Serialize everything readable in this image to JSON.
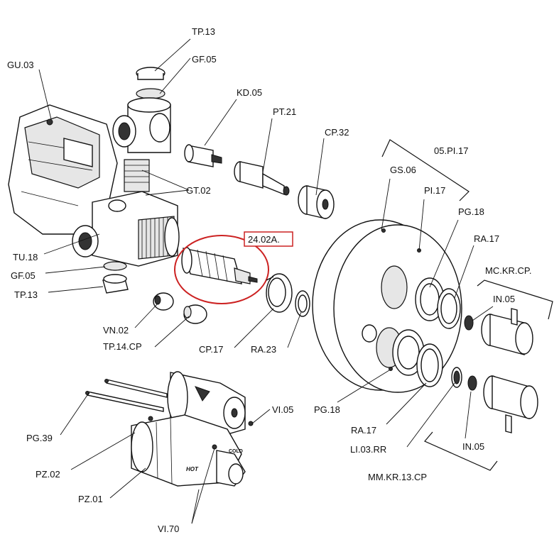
{
  "highlight": {
    "label": "24.02A.",
    "color": "#cc2222"
  },
  "labels": {
    "tp13_top": "TP.13",
    "gf05_top": "GF.05",
    "gu03": "GU.03",
    "kd05": "KD.05",
    "pt21": "PT.21",
    "cp32": "CP.32",
    "pi05_17": "05.PI.17",
    "gs06": "GS.06",
    "pi17": "PI.17",
    "gt02": "GT.02",
    "pg18_top": "PG.18",
    "ra17_top": "RA.17",
    "mckrcp": "MC.KR.CP.",
    "in05_top": "IN.05",
    "tu18": "TU.18",
    "gf05_bottom": "GF.05",
    "tp13_bottom": "TP.13",
    "vn02": "VN.02",
    "tp14cp": "TP.14.CP",
    "cp17": "CP.17",
    "ra23": "RA.23",
    "vi05": "VI.05",
    "pg39": "PG.39",
    "pz02": "PZ.02",
    "pz01": "PZ.01",
    "vi70": "VI.70",
    "pg18_bottom": "PG.18",
    "ra17_bottom": "RA.17",
    "li03rr": "LI.03.RR",
    "in05_bottom": "IN.05",
    "mmkr13cp": "MM.KR.13.CP",
    "hot": "HOT",
    "cold": "COLD"
  }
}
